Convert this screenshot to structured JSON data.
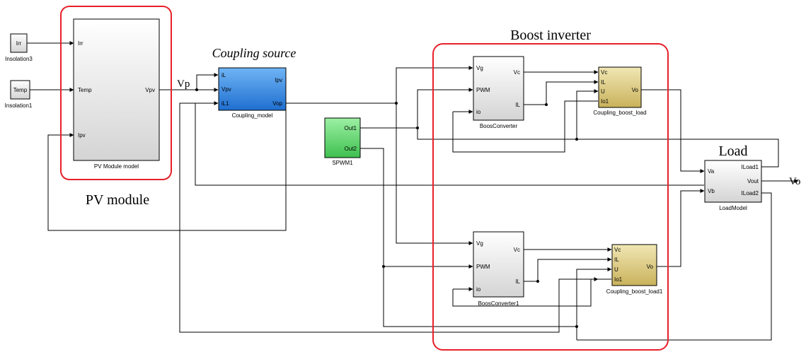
{
  "annotations": {
    "boost_inverter": "Boost inverter",
    "coupling_source": "Coupling source",
    "pv_module": "PV module",
    "load": "Load",
    "vp_signal": "Vp",
    "vo_signal": "Vo"
  },
  "blocks": {
    "insolation3": {
      "value": "Irr",
      "name": "Insolation3"
    },
    "insolation1": {
      "value": "Temp",
      "name": "Insolation1"
    },
    "pv_module": {
      "name": "PV Module model",
      "in": [
        "Irr",
        "Temp",
        "Ipv"
      ],
      "out": [
        "Vpv"
      ]
    },
    "coupling_model": {
      "name": "Coupling_model",
      "in": [
        "iL",
        "Vpv",
        "iL1"
      ],
      "out": [
        "Ipv",
        "Vop"
      ]
    },
    "spwm": {
      "name": "SPWM1",
      "out": [
        "Out1",
        "Out2"
      ]
    },
    "boos_converter": {
      "name": "BoosConverter",
      "in": [
        "Vg",
        "PWM",
        "io"
      ],
      "out": [
        "Vc",
        "IL"
      ]
    },
    "boos_converter1": {
      "name": "BoosConverter1",
      "in": [
        "Vg",
        "PWM",
        "io"
      ],
      "out": [
        "Vc",
        "IL"
      ]
    },
    "coupling_boost_load": {
      "name": "Coupling_boost_load",
      "in": [
        "Vc",
        "IL",
        "U",
        "Io1"
      ],
      "out": [
        "Vo"
      ]
    },
    "coupling_boost_load1": {
      "name": "Coupling_boost_load1",
      "in": [
        "Vc",
        "IL",
        "U",
        "Io1"
      ],
      "out": [
        "Vo"
      ]
    },
    "load_model": {
      "name": "LoadModel",
      "in": [
        "Va",
        "Vb"
      ],
      "out": [
        "ILoad1",
        "Vout",
        "ILoad2"
      ]
    }
  },
  "colors": {
    "highlight": "#e8202a",
    "coupling_blue": "#3a8fe6",
    "spwm_green": "#5fd86a",
    "boost_load_gold": "#d8c87a",
    "block_gray": "#e6e6e6"
  }
}
